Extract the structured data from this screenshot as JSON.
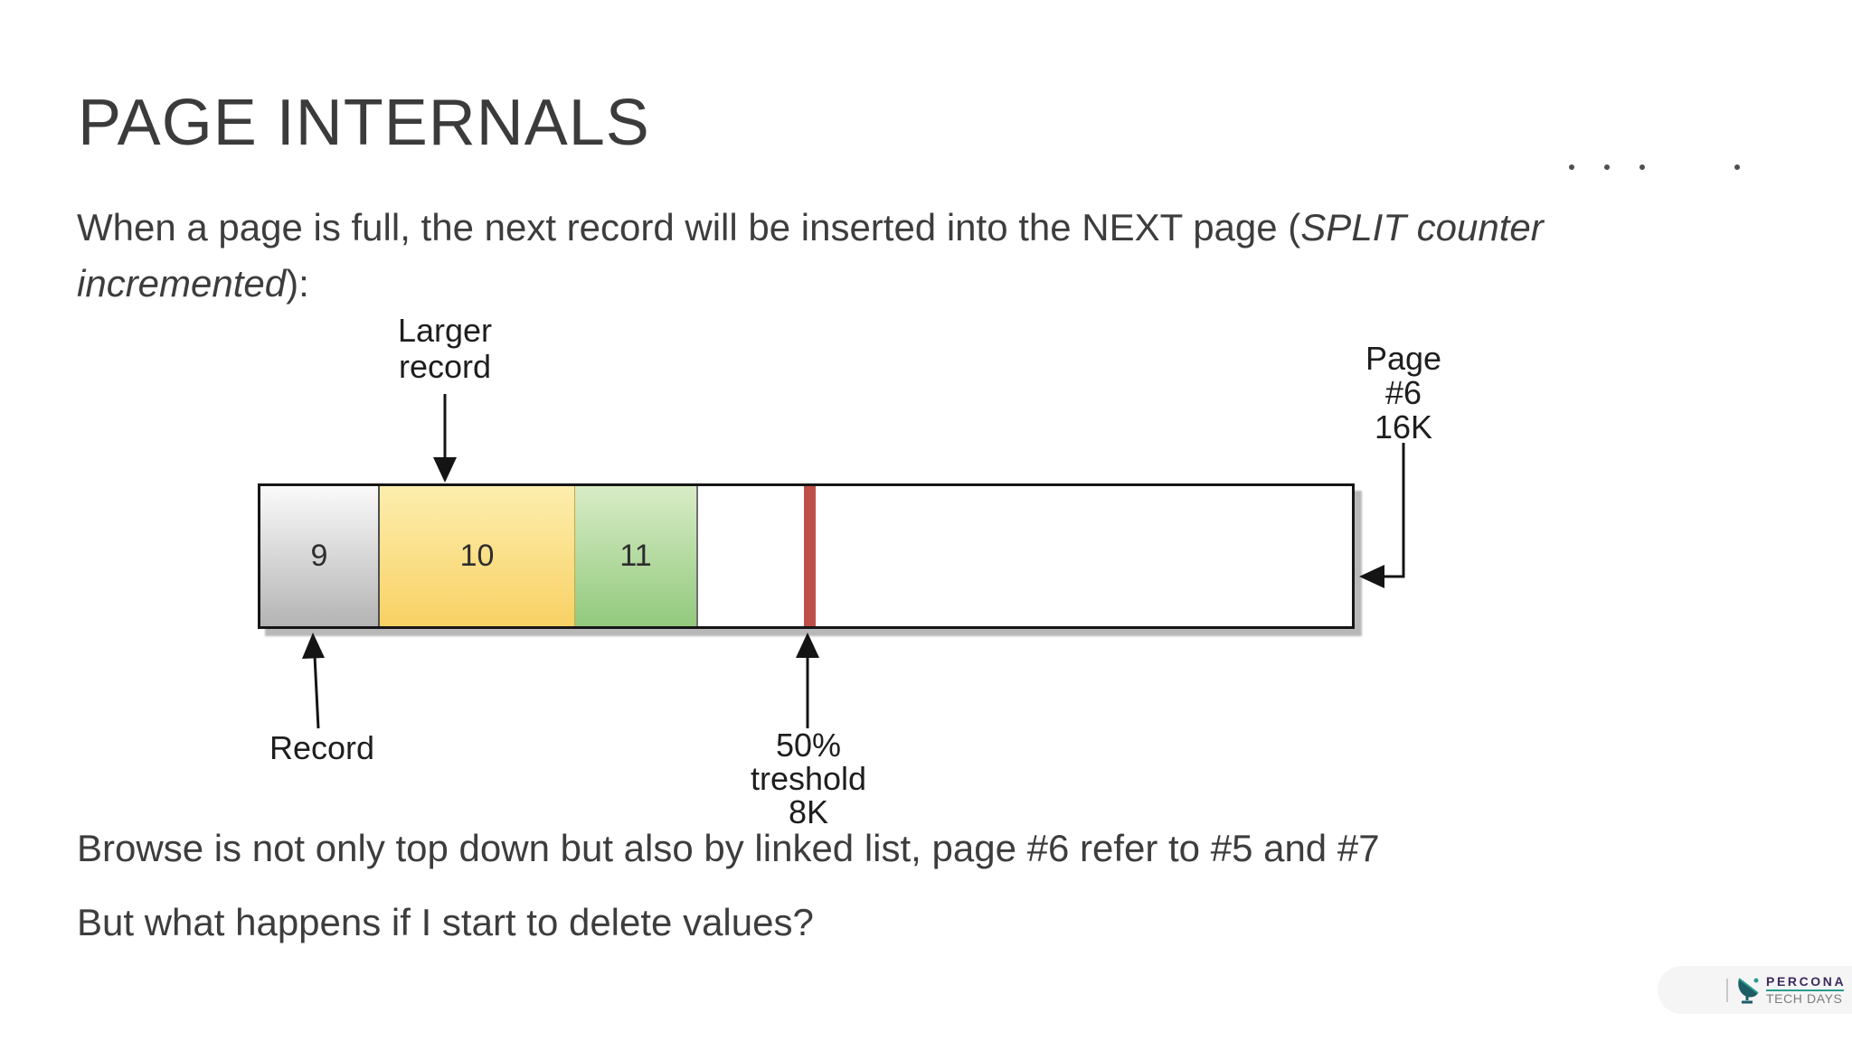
{
  "slide": {
    "title": "PAGE INTERNALS",
    "intro_before": "When a page is full, the next record will be inserted into the NEXT page (",
    "intro_italic": "SPLIT counter incremented",
    "intro_after": "):",
    "line_linked_list": "Browse is not only top down but also by linked list, page #6 refer to #5 and #7",
    "line_question": "But what happens if I start to delete values?",
    "nav_dots": 4
  },
  "diagram": {
    "page_title_lines": {
      "l1": "Page",
      "l2": "#6",
      "l3": "16K"
    },
    "records": [
      {
        "id": "9",
        "fill_top": "#fafafa",
        "fill_bottom": "#b4b4b4"
      },
      {
        "id": "10",
        "fill_top": "#fdeeae",
        "fill_bottom": "#f8d164"
      },
      {
        "id": "11",
        "fill_top": "#d8ecc6",
        "fill_bottom": "#92c97d"
      }
    ],
    "labels": {
      "larger_record_l1": "Larger",
      "larger_record_l2": "record",
      "record": "Record",
      "threshold_l1": "50%",
      "threshold_l2": "treshold",
      "threshold_l3": "8K"
    },
    "threshold_color": "#bd4f48"
  },
  "footer": {
    "brand": "PERCONA",
    "brand_sub": "TECH DAYS",
    "accent_teal": "#2a9d8f",
    "brand_purple": "#3e2a5c"
  }
}
